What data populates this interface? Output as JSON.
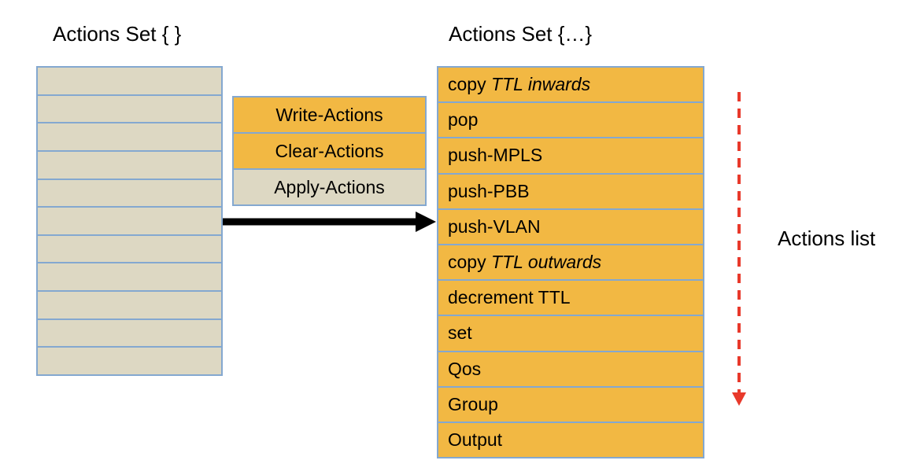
{
  "colors": {
    "row_orange": "#f2b843",
    "row_beige": "#ddd8c3",
    "border_blue": "#84a8d0",
    "arrow_black": "#000000",
    "arrow_red": "#e8392b",
    "text": "#000000",
    "background": "#ffffff"
  },
  "left_panel": {
    "title": "Actions Set { }",
    "empty_row_count": 11
  },
  "instructions": {
    "items": [
      {
        "label": "Write-Actions",
        "fill": "orange"
      },
      {
        "label": "Clear-Actions",
        "fill": "orange"
      },
      {
        "label": "Apply-Actions",
        "fill": "beige"
      }
    ]
  },
  "right_panel": {
    "title": "Actions Set {…}",
    "rows": [
      {
        "prefix": "copy ",
        "italic": "TTL inwards"
      },
      {
        "prefix": "pop"
      },
      {
        "prefix": "push-MPLS"
      },
      {
        "prefix": "push-PBB"
      },
      {
        "prefix": "push-VLAN"
      },
      {
        "prefix": "copy ",
        "italic": "TTL outwards"
      },
      {
        "prefix": "decrement TTL"
      },
      {
        "prefix": "set"
      },
      {
        "prefix": "Qos"
      },
      {
        "prefix": "Group"
      },
      {
        "prefix": "Output"
      }
    ]
  },
  "annotations": {
    "actions_list_label": "Actions list"
  }
}
